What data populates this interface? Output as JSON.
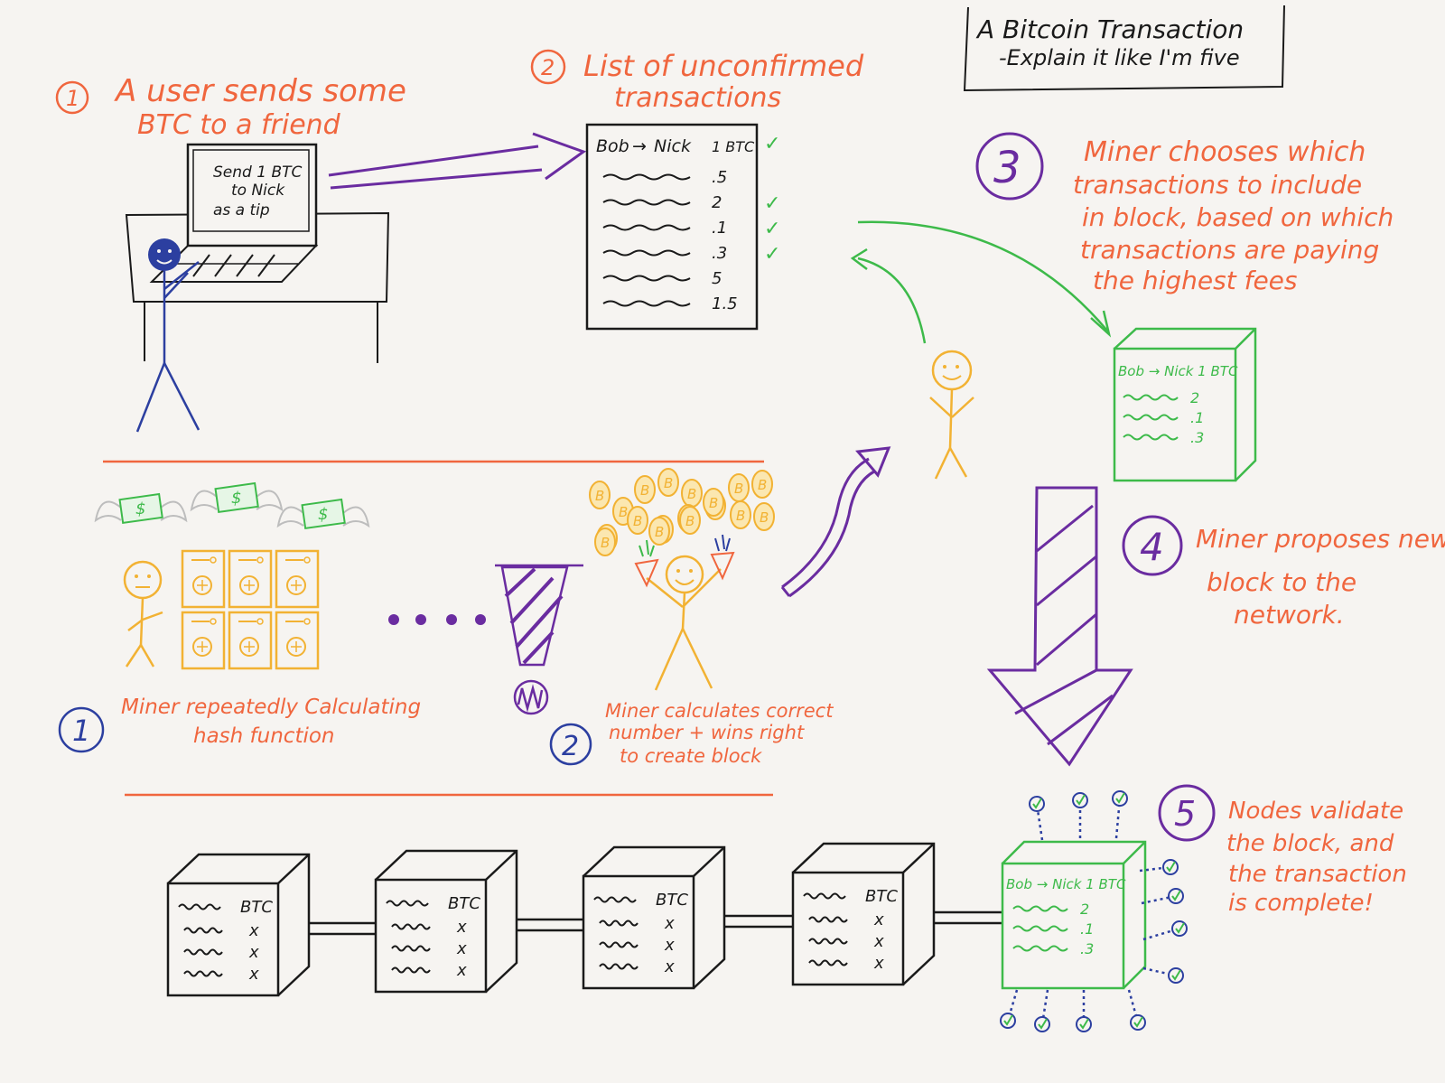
{
  "title": {
    "line1": "A Bitcoin Transaction",
    "line2": "-Explain it like I'm five"
  },
  "steps": {
    "s1": {
      "num": "1",
      "line1": "A user sends some",
      "line2": "BTC to a friend"
    },
    "s2": {
      "num": "2",
      "line1": "List of unconfirmed",
      "line2": "transactions"
    },
    "s3": {
      "num": "3",
      "lines": [
        "Miner chooses which",
        "transactions to include",
        "in block, based on which",
        "transactions are paying",
        "the highest fees"
      ]
    },
    "s4": {
      "num": "4",
      "lines": [
        "Miner proposes new",
        "block to the",
        "network."
      ]
    },
    "s5": {
      "num": "5",
      "lines": [
        "Nodes validate",
        "the block, and",
        "the transaction",
        "is complete!"
      ]
    }
  },
  "mining": {
    "m1": {
      "num": "1",
      "line1": "Miner repeatedly Calculating",
      "line2": "hash function"
    },
    "m2": {
      "num": "2",
      "line1": "Miner calculates correct",
      "line2": "number + wins right",
      "line3": "to create block"
    },
    "bill_symbol": "$",
    "coin_symbol": "B"
  },
  "laptop_screen": {
    "line1": "Send 1 BTC",
    "line2": "to Nick",
    "line3": "as a tip"
  },
  "tx_list": {
    "header_from": "Bob",
    "arrow": "→",
    "header_to": "Nick",
    "header_amount": "1 BTC",
    "amounts": [
      ".5",
      "2",
      ".1",
      ".3",
      "5",
      "1.5"
    ],
    "checked": [
      false,
      true,
      true,
      true,
      false,
      false
    ],
    "check": "✓"
  },
  "new_block": {
    "header": "Bob → Nick 1 BTC",
    "amounts": [
      "2",
      ".1",
      ".3"
    ]
  },
  "chain": {
    "header": "BTC",
    "mark": "x",
    "block_count": 4
  },
  "final_block": {
    "header": "Bob → Nick 1 BTC",
    "amounts": [
      "2",
      ".1",
      ".3"
    ]
  },
  "colors": {
    "orange": "#f0663e",
    "purple": "#6a2ca0",
    "green": "#3dba4a",
    "yellow": "#f2b233",
    "blue": "#2c3fa0",
    "black": "#1a1a1a",
    "grey": "#bdbdbd"
  }
}
